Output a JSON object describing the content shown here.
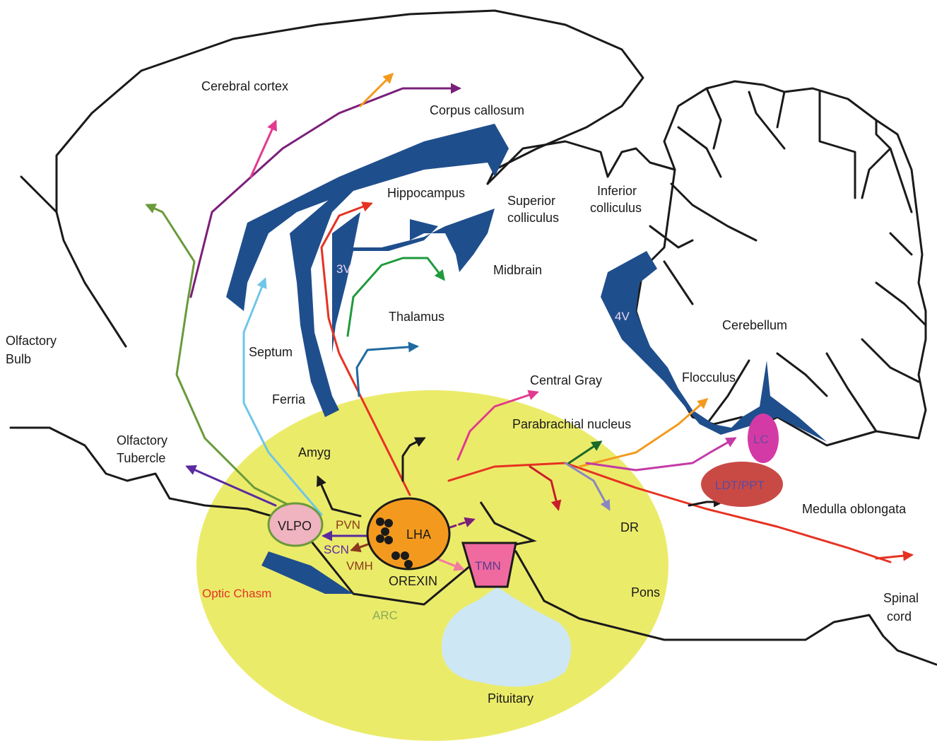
{
  "colors": {
    "yellow_region": "#ebeb6a",
    "ventricle_blue": "#1f4e8c",
    "lha_orange": "#f39a1e",
    "vlpo_pink": "#f0b3c0",
    "tmn_pink": "#f06aa0",
    "lc_magenta": "#d43aa6",
    "ldt_red": "#c94a45",
    "pituitary_blue": "#cde8f4"
  },
  "labels": {
    "cerebral_cortex": "Cerebral cortex",
    "corpus_callosum": "Corpus callosum",
    "hippocampus": "Hippocampus",
    "superior_colliculus_1": "Superior",
    "superior_colliculus_2": "colliculus",
    "inferior_colliculus_1": "Inferior",
    "inferior_colliculus_2": "colliculus",
    "midbrain": "Midbrain",
    "thalamus": "Thalamus",
    "olfactory_bulb_1": "Olfactory",
    "olfactory_bulb_2": "Bulb",
    "septum": "Septum",
    "ferria": "Ferria",
    "olfactory_tubercle_1": "Olfactory",
    "olfactory_tubercle_2": "Tubercle",
    "amyg": "Amyg",
    "central_gray": "Central Gray",
    "parabrachial_nucleus": "Parabrachial nucleus",
    "flocculus": "Flocculus",
    "cerebellum": "Cerebellum",
    "v3": "3V",
    "v4": "4V",
    "lc": "LC",
    "ldt_ppt": "LDT/PPT",
    "medulla_oblongata": "Medulla oblongata",
    "dr": "DR",
    "vlpo": "VLPO",
    "pvn": "PVN",
    "scn": "SCN",
    "vmh": "VMH",
    "lha": "LHA",
    "orexin": "OREXIN",
    "tmn": "TMN",
    "optic_chasm": "Optic Chasm",
    "arc": "ARC",
    "pons": "Pons",
    "spinal_cord_1": "Spinal",
    "spinal_cord_2": "cord",
    "pituitary": "Pituitary"
  }
}
